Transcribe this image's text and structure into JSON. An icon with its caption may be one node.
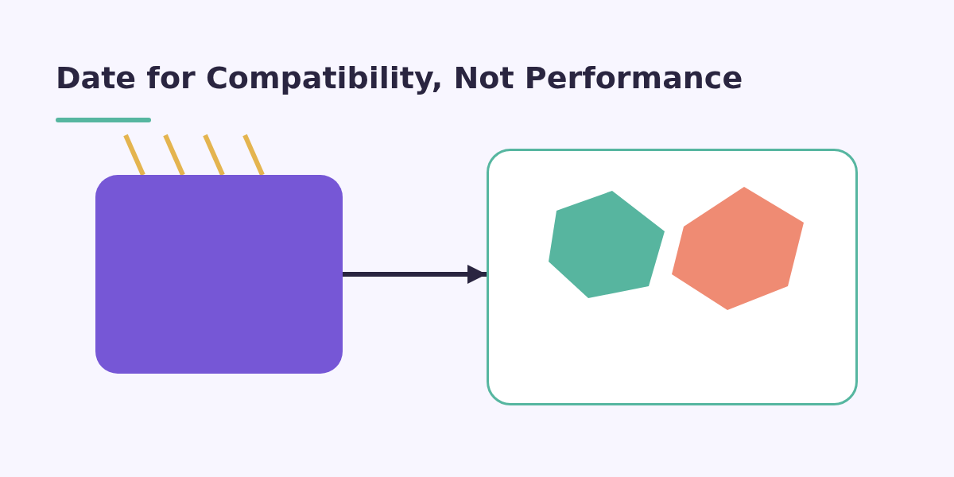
{
  "diagram": {
    "title": "Date for Compatibility, Not Performance",
    "nodes": [
      {
        "text": [],
        "shape": "box"
      },
      {
        "text": [],
        "shape": "box"
      },
      {
        "text": [],
        "shape": "hexagon",
        "in": 1
      },
      {
        "text": [],
        "shape": "hexagon",
        "in": 1
      }
    ],
    "edges": [
      {
        "from": 0,
        "to": 1,
        "arrow": "to"
      }
    ]
  }
}
